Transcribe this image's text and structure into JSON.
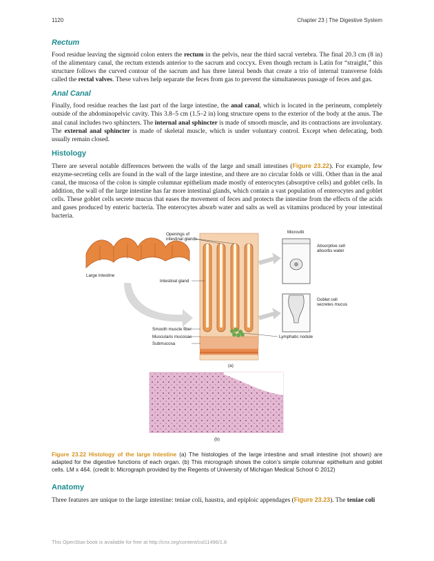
{
  "header": {
    "page_number": "1120",
    "chapter": "Chapter 23 | The Digestive System"
  },
  "sections": {
    "rectum": {
      "heading": "Rectum",
      "p1": "Food residue leaving the sigmoid colon enters the ",
      "t1": "rectum",
      "p2": " in the pelvis, near the third sacral vertebra. The final 20.3 cm (8 in) of the alimentary canal, the rectum extends anterior to the sacrum and coccyx. Even though rectum is Latin for “straight,” this structure follows the curved contour of the sacrum and has three lateral bends that create a trio of internal transverse folds called the ",
      "t2": "rectal valves",
      "p3": ". These valves help separate the feces from gas to prevent the simultaneous passage of feces and gas."
    },
    "anal": {
      "heading": "Anal Canal",
      "p1": "Finally, food residue reaches the last part of the large intestine, the ",
      "t1": "anal canal",
      "p2": ", which is located in the perineum, completely outside of the abdominopelvic cavity. This 3.8–5 cm (1.5–2 in) long structure opens to the exterior of the body at the anus. The anal canal includes two sphincters. The ",
      "t2": "internal anal sphincter",
      "p3": " is made of smooth muscle, and its contractions are involuntary. The ",
      "t3": "external anal sphincter",
      "p4": " is made of skeletal muscle, which is under voluntary control. Except when defecating, both usually remain closed."
    },
    "histology": {
      "heading": "Histology",
      "p1": "There are several notable differences between the walls of the large and small intestines (",
      "xref": "Figure 23.22",
      "p2": "). For example, few enzyme-secreting cells are found in the wall of the large intestine, and there are no circular folds or villi. Other than in the anal canal, the mucosa of the colon is simple columnar epithelium made mostly of enterocytes (absorptive cells) and goblet cells. In addition, the wall of the large intestine has far more intestinal glands, which contain a vast population of enterocytes and goblet cells. These goblet cells secrete mucus that eases the movement of feces and protects the intestine from the effects of the acids and gases produced by enteric bacteria. The enterocytes absorb water and salts as well as vitamins produced by your intestinal bacteria."
    },
    "anatomy": {
      "heading": "Anatomy",
      "p1": "Three features are unique to the large intestine: teniae coli, haustra, and epiploic appendages (",
      "xref": "Figure 23.23",
      "p2": "). The ",
      "t1": "teniae coli"
    }
  },
  "figure": {
    "labels": {
      "openings": "Openings of",
      "openings2": "intestinal glands",
      "microvilli": "Microvilli",
      "absorptive": "Absorptive cell",
      "absorptive2": "absorbs water",
      "large_intestine": "Large intestine",
      "intestinal_gland": "Intestinal gland",
      "goblet": "Goblet cell",
      "goblet2": "secretes mucus",
      "smooth_muscle": "Smooth muscle fiber",
      "muscularis": "Muscularis mucosae",
      "lymphatic": "Lymphatic nodule",
      "submucosa": "Submucosa",
      "part_a": "(a)",
      "part_b": "(b)"
    },
    "caption_title": "Figure 23.22 Histology of the large Intestine",
    "caption_text": "(a) The histologies of the large intestine and small intestine (not shown) are adapted for the digestive functions of each organ. (b) This micrograph shows the colon’s simple columnar epithelium and goblet cells. LM x 464. (credit b: Micrograph provided by the Regents of University of Michigan Medical School © 2012)"
  },
  "footer": "This OpenStax book is available for free at http://cnx.org/content/col11496/1.8",
  "colors": {
    "heading": "#1f8b8f",
    "xref": "#d4901a",
    "tissue": "#f4c59a",
    "micrograph": "#c98ab0"
  }
}
